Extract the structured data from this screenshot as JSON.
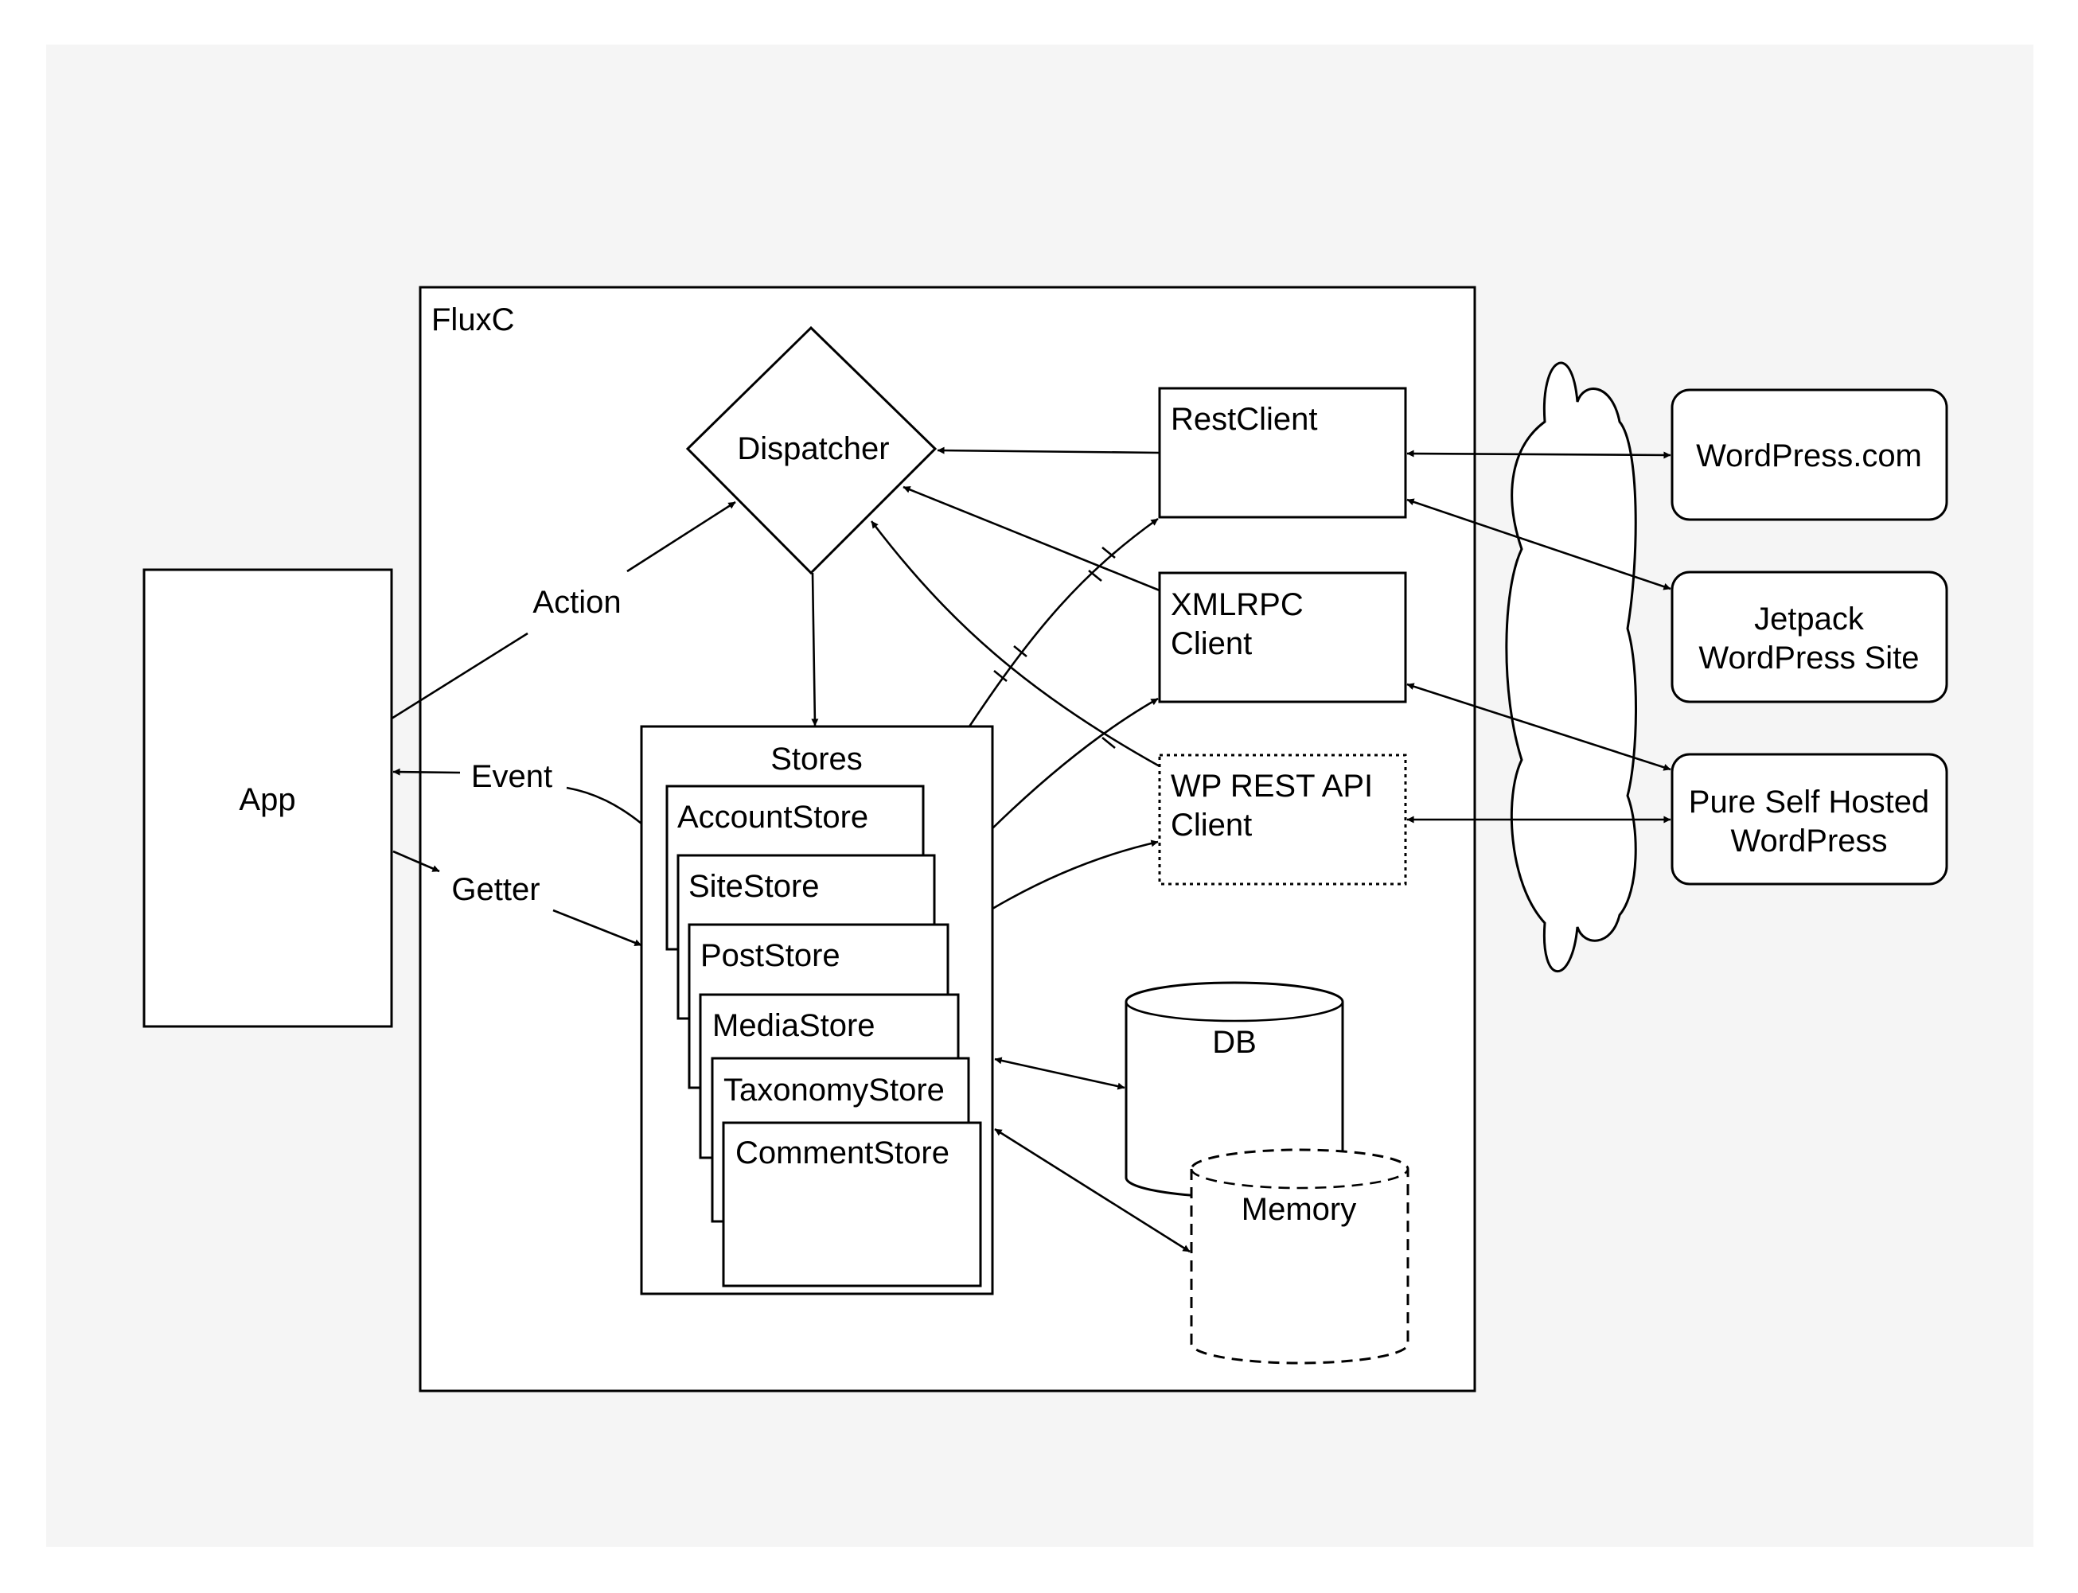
{
  "labels": {
    "fluxc": "FluxC",
    "app": "App",
    "dispatcher": "Dispatcher",
    "action": "Action",
    "event": "Event",
    "getter": "Getter",
    "stores": "Stores",
    "account_store": "AccountStore",
    "site_store": "SiteStore",
    "post_store": "PostStore",
    "media_store": "MediaStore",
    "taxonomy_store": "TaxonomyStore",
    "comment_store": "CommentStore",
    "rest_client": "RestClient",
    "xmlrpc_client_line1": "XMLRPC",
    "xmlrpc_client_line2": "Client",
    "wp_rest_client_line1": "WP REST API",
    "wp_rest_client_line2": "Client",
    "db": "DB",
    "memory": "Memory",
    "wordpress_com": "WordPress.com",
    "jetpack_line1": "Jetpack",
    "jetpack_line2": "WordPress Site",
    "self_hosted_line1": "Pure Self Hosted",
    "self_hosted_line2": "WordPress"
  },
  "colors": {
    "background": "#f5f5f5",
    "box_fill": "#ffffff",
    "stroke": "#000000"
  }
}
